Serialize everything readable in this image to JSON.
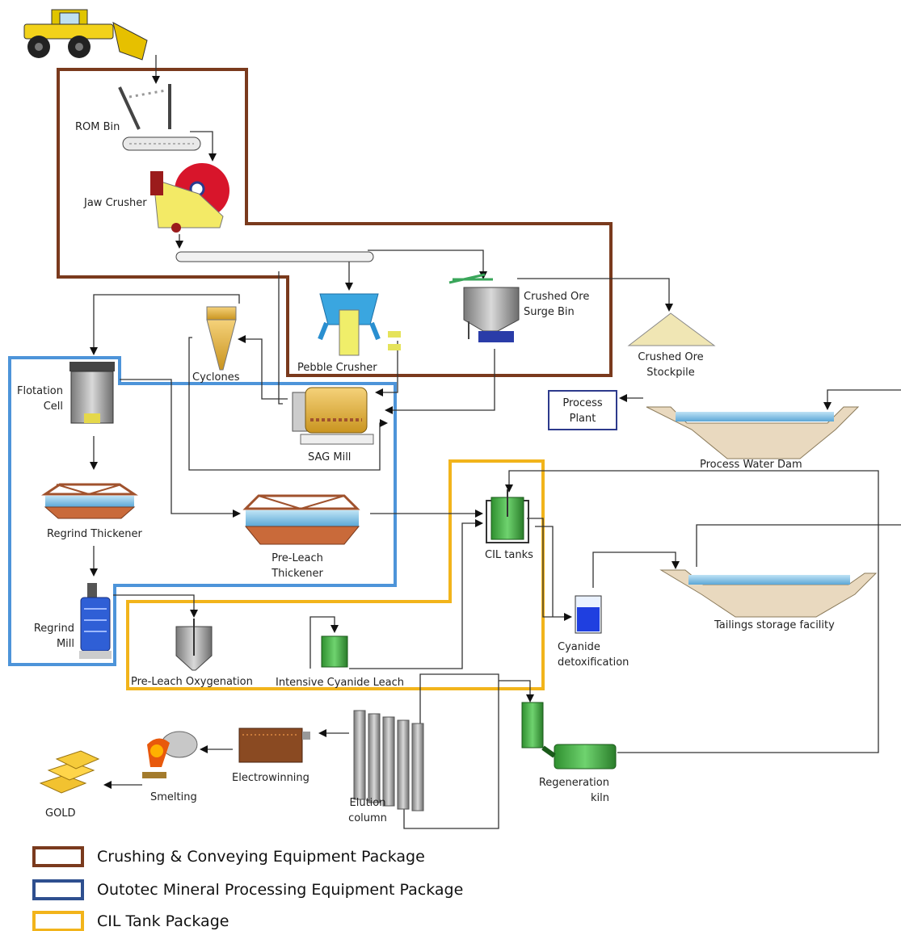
{
  "colors": {
    "crushing": "#7a3a1d",
    "outotec": "#4d94d9",
    "cil": "#f2b41b",
    "process_plant_box": "#2d3a8c"
  },
  "icons": [
    "wheel-loader-icon",
    "rom-bin-icon",
    "jaw-crusher-icon",
    "conveyor-icon",
    "pebble-crusher-icon",
    "surge-bin-icon",
    "stockpile-icon",
    "cyclone-icon",
    "flotation-cell-icon",
    "sag-mill-icon",
    "thickener-icon",
    "regrind-mill-icon",
    "oxygenation-tank-icon",
    "leach-tank-icon",
    "cil-tank-icon",
    "cyanide-beaker-icon",
    "dam-icon",
    "kiln-icon",
    "elution-column-icon",
    "electrowinning-cell-icon",
    "smelting-furnace-icon",
    "gold-bars-icon"
  ],
  "labels": {
    "rom_bin": "ROM Bin",
    "jaw_crusher": "Jaw Crusher",
    "pebble_crusher": "Pebble Crusher",
    "crushed_ore_surge_bin": [
      "Crushed Ore",
      "Surge Bin"
    ],
    "crushed_ore_stockpile": [
      "Crushed Ore",
      "Stockpile"
    ],
    "cyclones": "Cyclones",
    "flotation_cell": [
      "Flotation",
      "Cell"
    ],
    "sag_mill": "SAG Mill",
    "process_plant": [
      "Process",
      "Plant"
    ],
    "process_water_dam": "Process Water Dam",
    "regrind_thickener": "Regrind Thickener",
    "pre_leach_thickener": [
      "Pre-Leach",
      "Thickener"
    ],
    "cil_tanks": "CIL tanks",
    "regrind_mill": [
      "Regrind",
      "Mill"
    ],
    "pre_leach_oxygenation": "Pre-Leach Oxygenation",
    "intensive_cyanide_leach": "Intensive Cyanide Leach",
    "cyanide_detoxification": [
      "Cyanide",
      "detoxification"
    ],
    "tailings_storage_facility": "Tailings storage facility",
    "electrowinning": "Electrowinning",
    "smelting": "Smelting",
    "gold": "GOLD",
    "elution_column": [
      "Elution",
      "column"
    ],
    "regeneration_kiln": [
      "Regeneration",
      "kiln"
    ]
  },
  "legend": [
    {
      "label": "Crushing & Conveying Equipment Package",
      "color": "#7a3a1d"
    },
    {
      "label": "Outotec Mineral Processing Equipment Package",
      "color": "#2e4f8f"
    },
    {
      "label": "CIL Tank Package",
      "color": "#f2b41b"
    }
  ]
}
